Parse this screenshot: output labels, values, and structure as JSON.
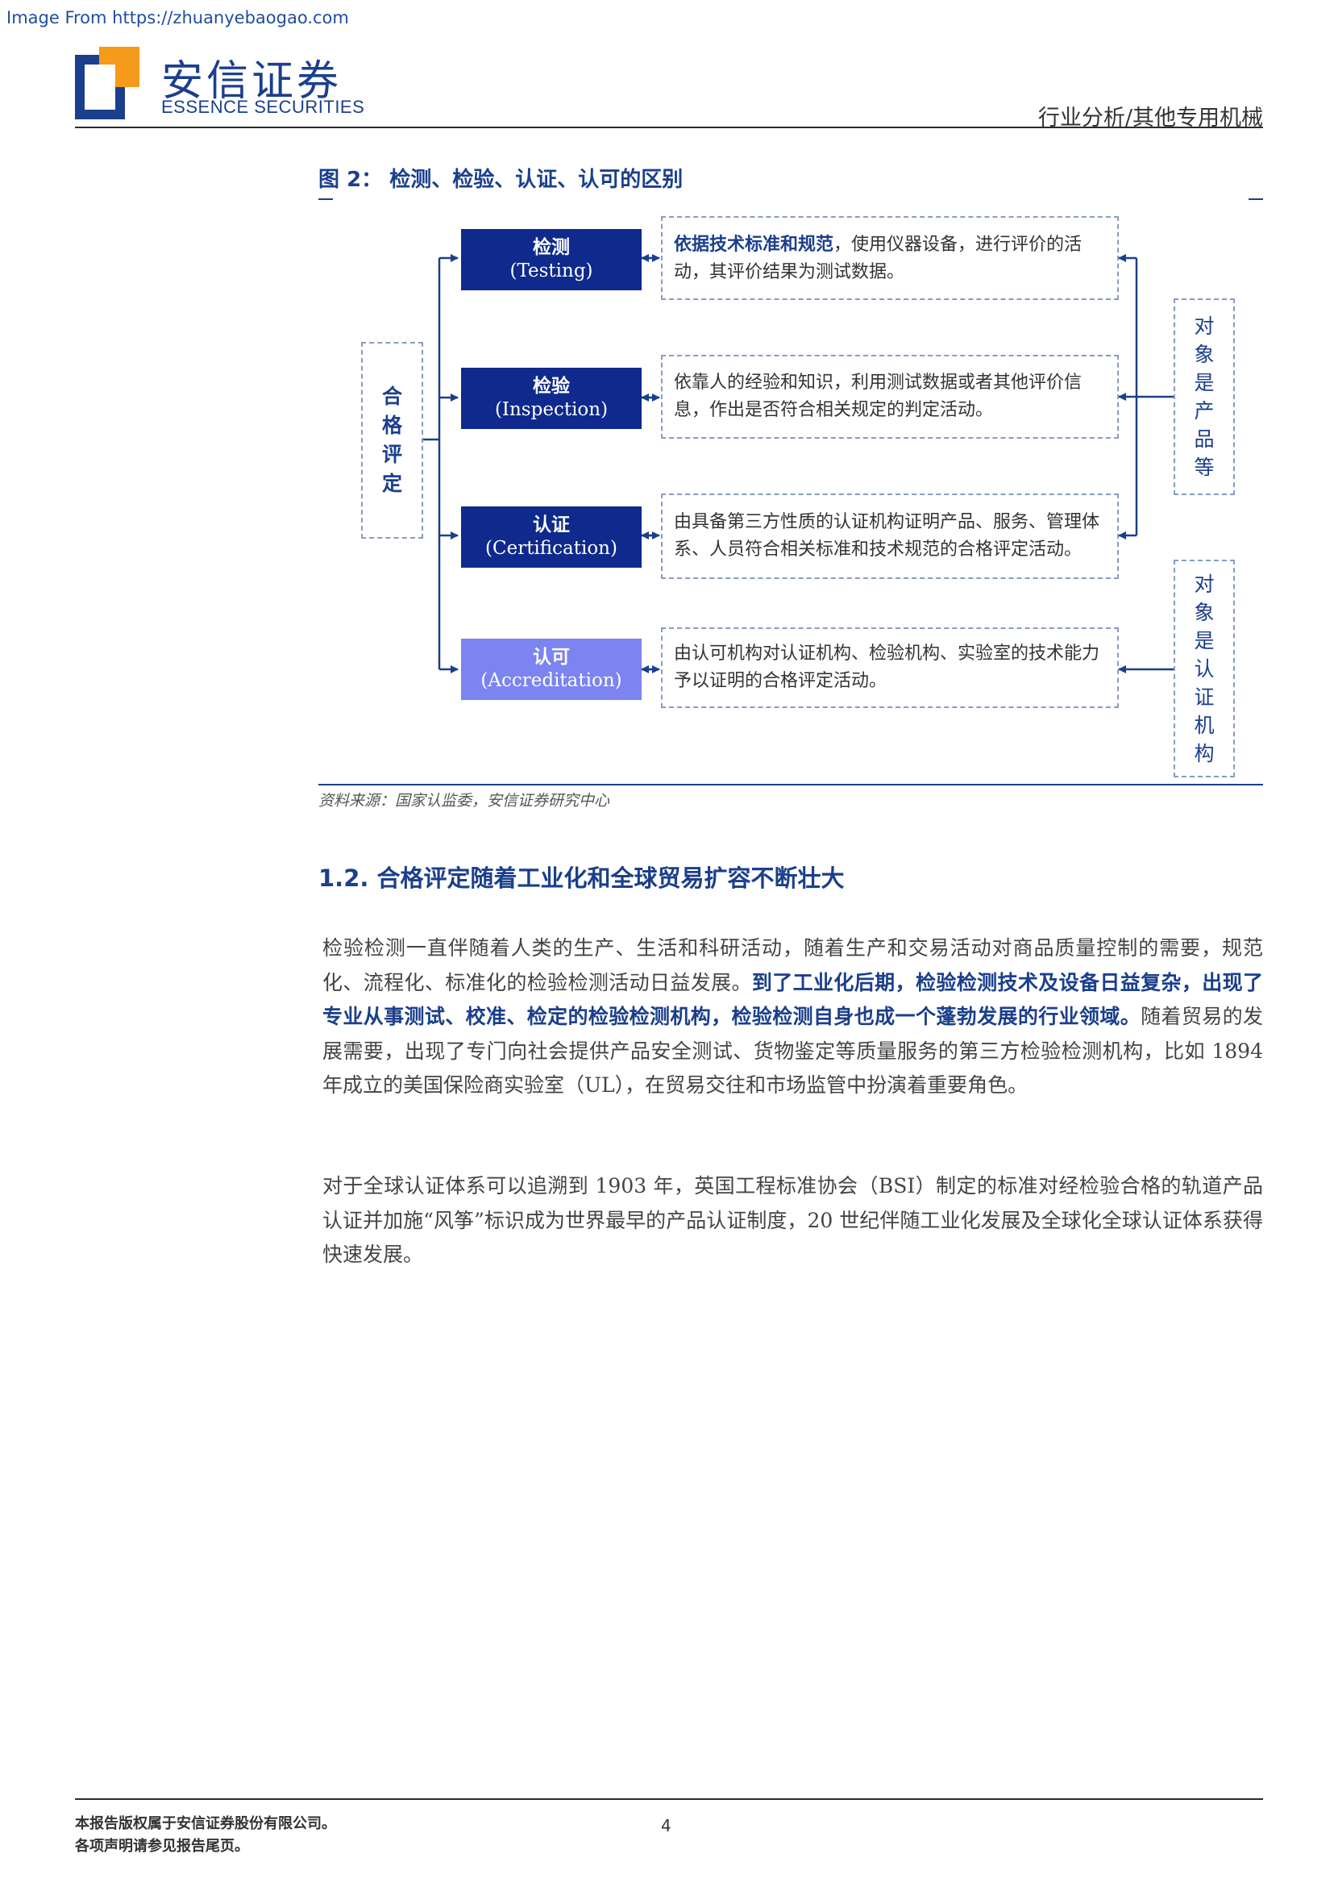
{
  "watermark": "Image From https://zhuanyebaogao.com",
  "header": {
    "logo_cn": "安信证券",
    "logo_en": "ESSENCE SECURITIES",
    "category": "行业分析/其他专用机械"
  },
  "figure": {
    "label": "图 ",
    "num": "2",
    "caption": "： 检测、检验、认证、认可的区别",
    "left_group": [
      "合",
      "格",
      "评",
      "定"
    ],
    "items": [
      {
        "cn": "检测",
        "en": "(Testing)",
        "desc_bold": "依据技术标准和规范",
        "desc": "，使用仪器设备，进行评价的活动，其评价结果为测试数据。"
      },
      {
        "cn": "检验",
        "en": "(Inspection)",
        "desc_bold": "",
        "desc": "依靠人的经验和知识，利用测试数据或者其他评价信息，作出是否符合相关规定的判定活动。"
      },
      {
        "cn": "认证",
        "en": "(Certification)",
        "desc_bold": "",
        "desc": "由具备第三方性质的认证机构证明产品、服务、管理体系、人员符合相关标准和技术规范的合格评定活动。"
      },
      {
        "cn": "认可",
        "en": "(Accreditation)",
        "desc_bold": "",
        "desc": "由认可机构对认证机构、检验机构、实验室的技术能力予以证明的合格评定活动。"
      }
    ],
    "right_group_1": [
      "对",
      "象",
      "是",
      "产",
      "品",
      "等"
    ],
    "right_group_2": [
      "对",
      "象",
      "是",
      "认",
      "证",
      "机",
      "构"
    ],
    "source": "资料来源：国家认监委，安信证券研究中心"
  },
  "section": {
    "num": "1.2.",
    "title": " 合格评定随着工业化和全球贸易扩容不断壮大"
  },
  "paragraphs": [
    {
      "a": "检验检测一直伴随着人类的生产、生活和科研活动，随着生产和交易活动对商品质量控制的需要，规范化、流程化、标准化的检验检测活动日益发展。",
      "b": "到了工业化后期，检验检测技术及设备日益复杂，出现了专业从事测试、校准、检定的检验检测机构，检验检测自身也成一个蓬勃发展的行业领域。",
      "c": "随着贸易的发展需要，出现了专门向社会提供产品安全测试、货物鉴定等质量服务的第三方检验检测机构，比如 1894 年成立的美国保险商实验室（UL），在贸易交往和市场监管中扮演着重要角色。"
    },
    {
      "a": "对于全球认证体系可以追溯到 1903 年，英国工程标准协会（BSI）制定的标准对经检验合格的轨道产品认证并加施“风筝”标识成为世界最早的产品认证制度，20 世纪伴随工业化发展及全球化全球认证体系获得快速发展。"
    }
  ],
  "footer": {
    "line1": "本报告版权属于安信证券股份有限公司。",
    "line2": "各项声明请参见报告尾页。",
    "page": "4"
  },
  "colors": {
    "brand_blue": "#1b3f8c",
    "box_dark": "#0f2a8c",
    "box_light": "#7b84f0",
    "logo_orange": "#f59a1b"
  }
}
